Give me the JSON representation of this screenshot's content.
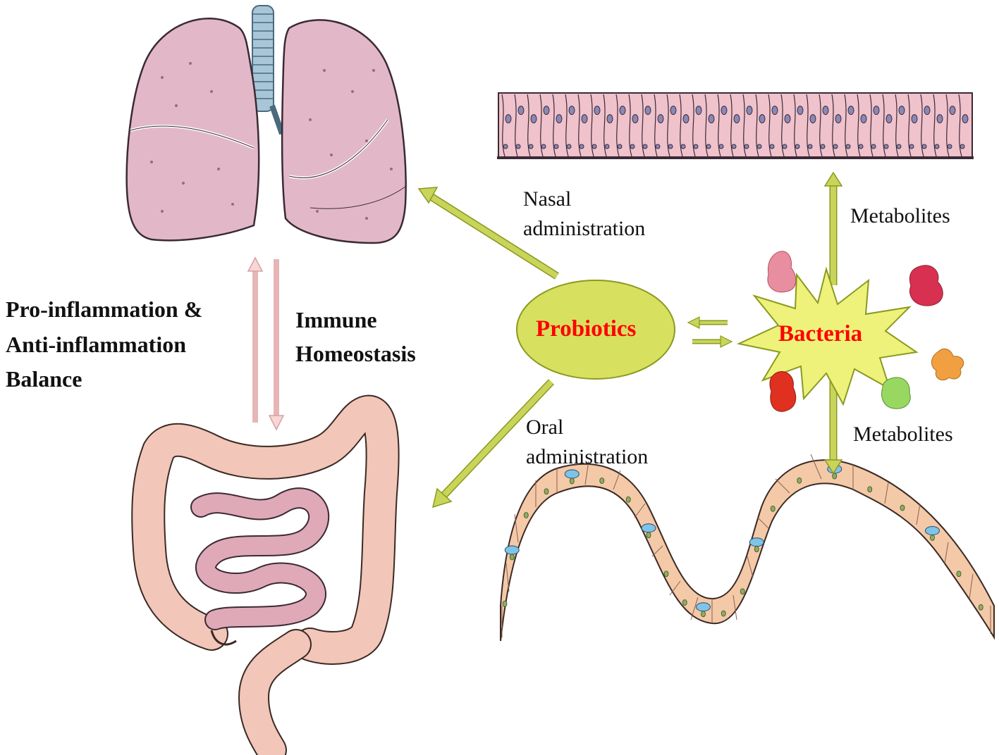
{
  "labels": {
    "balance_line1": "Pro-inflammation &",
    "balance_line2": "Anti-inflammation",
    "balance_line3": "Balance",
    "immune_line1": "Immune",
    "immune_line2": "Homeostasis",
    "probiotics": "Probiotics",
    "bacteria": "Bacteria",
    "nasal_line1": "Nasal",
    "nasal_line2": "administration",
    "oral_line1": "Oral",
    "oral_line2": "administration",
    "metabolites_top": "Metabolites",
    "metabolites_bottom": "Metabolites"
  },
  "icons": {
    "lungs": "lungs-icon",
    "intestine": "intestine-icon",
    "airway_epithelium": "airway-epithelium-icon",
    "gut_villi": "gut-villi-icon",
    "bacteria": "bacteria-starburst-icon",
    "metabolites": "metabolite-blob-icon"
  },
  "colors": {
    "arrow": "#c8d45a",
    "arrow_stroke": "#8a9a20",
    "probiotics_fill": "#d8e060",
    "bacteria_fill": "#eef27a",
    "label_red": "#ff0000",
    "lung": "#e2b8c8",
    "intestine": "#f2c6b8",
    "epithelium": "#f0c2cc",
    "villi": "#f4c9a8",
    "goblet": "#7ec4e8"
  }
}
